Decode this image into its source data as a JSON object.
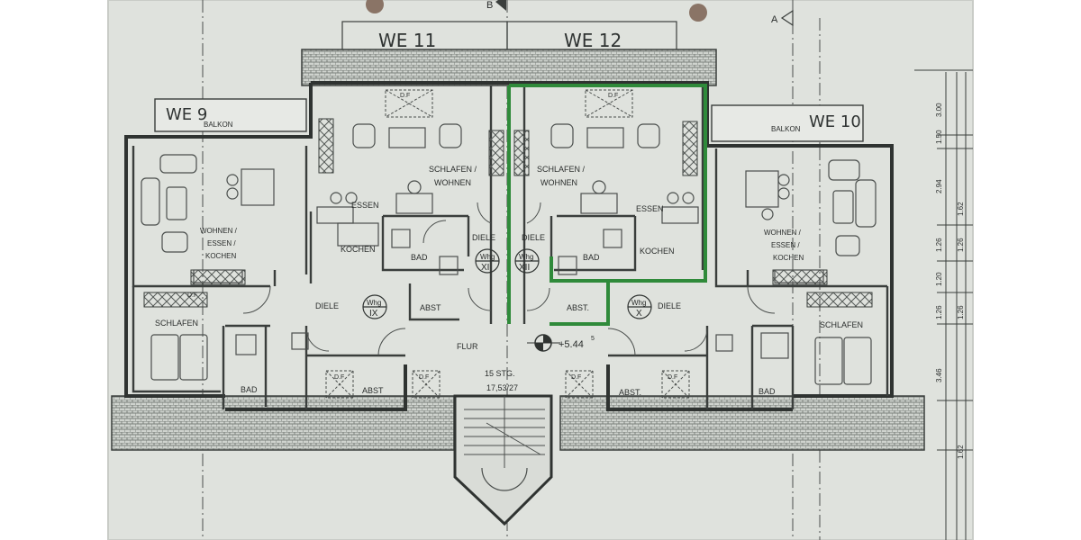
{
  "colors": {
    "margin": "#ffffff",
    "paper": "#dfe2dd",
    "ink": "#3a3e3c",
    "highlight": "#2f8a3a",
    "punch_hole": "#8a7466"
  },
  "section_marks": {
    "top_b": "B",
    "top_a": "A"
  },
  "units": {
    "we_11": "WE 11",
    "we_12": "WE 12",
    "we_9": "WE 9",
    "we_10": "WE 10"
  },
  "balconies": {
    "left": "BALKON",
    "right": "BALKON"
  },
  "apartments": {
    "xi": {
      "prefix": "Whg",
      "numeral": "XI"
    },
    "xii": {
      "prefix": "Whg",
      "numeral": "XII"
    },
    "ix": {
      "prefix": "Whg",
      "numeral": "IX"
    },
    "x": {
      "prefix": "Whg",
      "numeral": "X"
    }
  },
  "rooms": {
    "left_wohnen_1": "WOHNEN /",
    "left_wohnen_2": "ESSEN /",
    "left_wohnen_3": "KOCHEN",
    "right_wohnen_1": "WOHNEN /",
    "right_wohnen_2": "ESSEN /",
    "right_wohnen_3": "KOCHEN",
    "we11_schlafen_1": "SCHLAFEN /",
    "we11_schlafen_2": "WOHNEN",
    "we12_schlafen_1": "SCHLAFEN /",
    "we12_schlafen_2": "WOHNEN",
    "we11_essen": "ESSEN",
    "we12_essen": "ESSEN",
    "we11_kochen": "KOCHEN",
    "we12_kochen": "KOCHEN",
    "we11_diele": "DIELE",
    "we12_diele": "DIELE",
    "we11_bad": "BAD",
    "we12_bad": "BAD",
    "we11_abst": "ABST",
    "we12_abst": "ABST.",
    "left_diele": "DIELE",
    "right_diele": "DIELE",
    "left_schlafen": "SCHLAFEN",
    "right_schlafen": "SCHLAFEN",
    "left_bad": "BAD",
    "right_bad": "BAD",
    "left_abst": "ABST",
    "right_abst": "ABST.",
    "flur": "FLUR",
    "df_1": "D.F",
    "df_2": "D.F",
    "df_3": "D.F",
    "df_4": "D.F",
    "df_5": "D.F",
    "df_6": "D.F",
    "df_7": "D.F"
  },
  "stair": {
    "steps": "15 STG.",
    "ratio": "17,53/27"
  },
  "level_mark": {
    "value": "+5.44",
    "superscript": "5"
  },
  "dimensions": [
    "3.00",
    "1.50",
    "2.94",
    "1.62",
    "1.26",
    "1.26",
    "1.20",
    "1.26",
    "1.26",
    "3.46",
    "1.62"
  ]
}
